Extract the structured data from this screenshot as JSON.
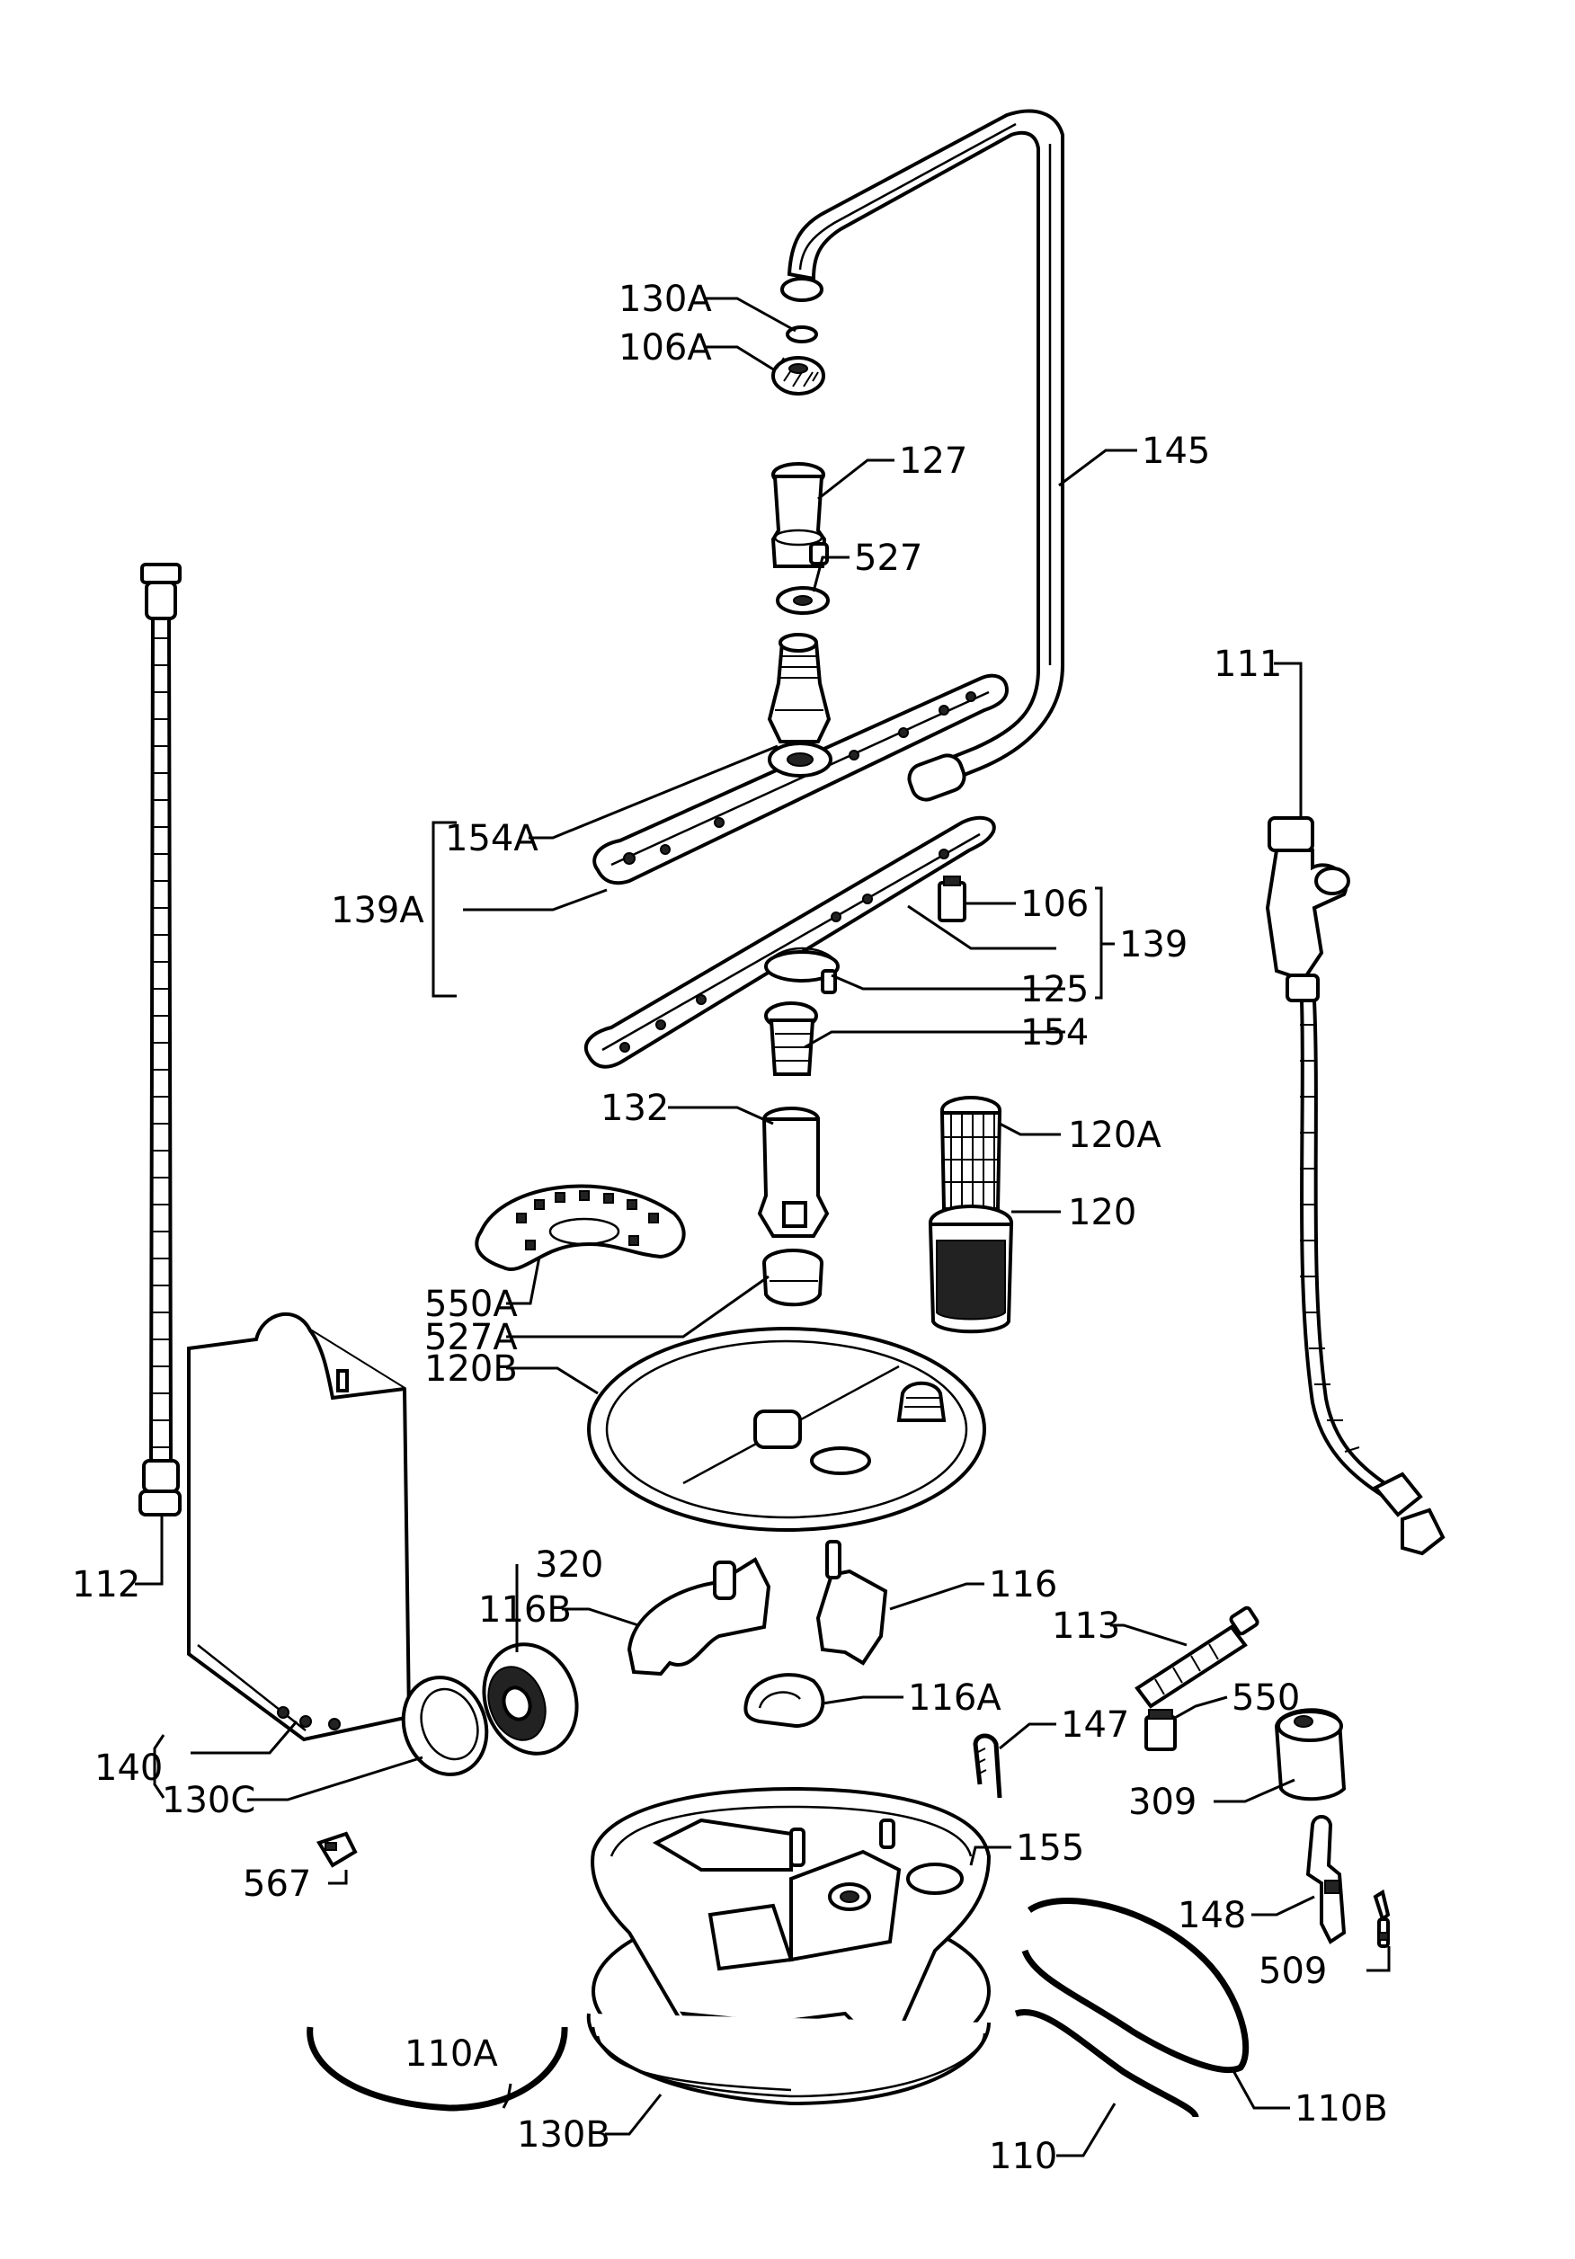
{
  "labels": {
    "l130A": "130A",
    "l106A": "106A",
    "l127": "127",
    "l145": "145",
    "l527": "527",
    "l111": "111",
    "l154A": "154A",
    "l139A": "139A",
    "l106": "106",
    "l139": "139",
    "l125": "125",
    "l154": "154",
    "l132": "132",
    "l120A": "120A",
    "l120": "120",
    "l550A": "550A",
    "l527A": "527A",
    "l120B": "120B",
    "l112": "112",
    "l320": "320",
    "l116B": "116B",
    "l116": "116",
    "l113": "113",
    "l116A": "116A",
    "l550": "550",
    "l147": "147",
    "l140": "140",
    "l130C": "130C",
    "l309": "309",
    "l155": "155",
    "l567": "567",
    "l148": "148",
    "l509": "509",
    "l110A": "110A",
    "l110B": "110B",
    "l130B": "130B",
    "l110": "110"
  }
}
